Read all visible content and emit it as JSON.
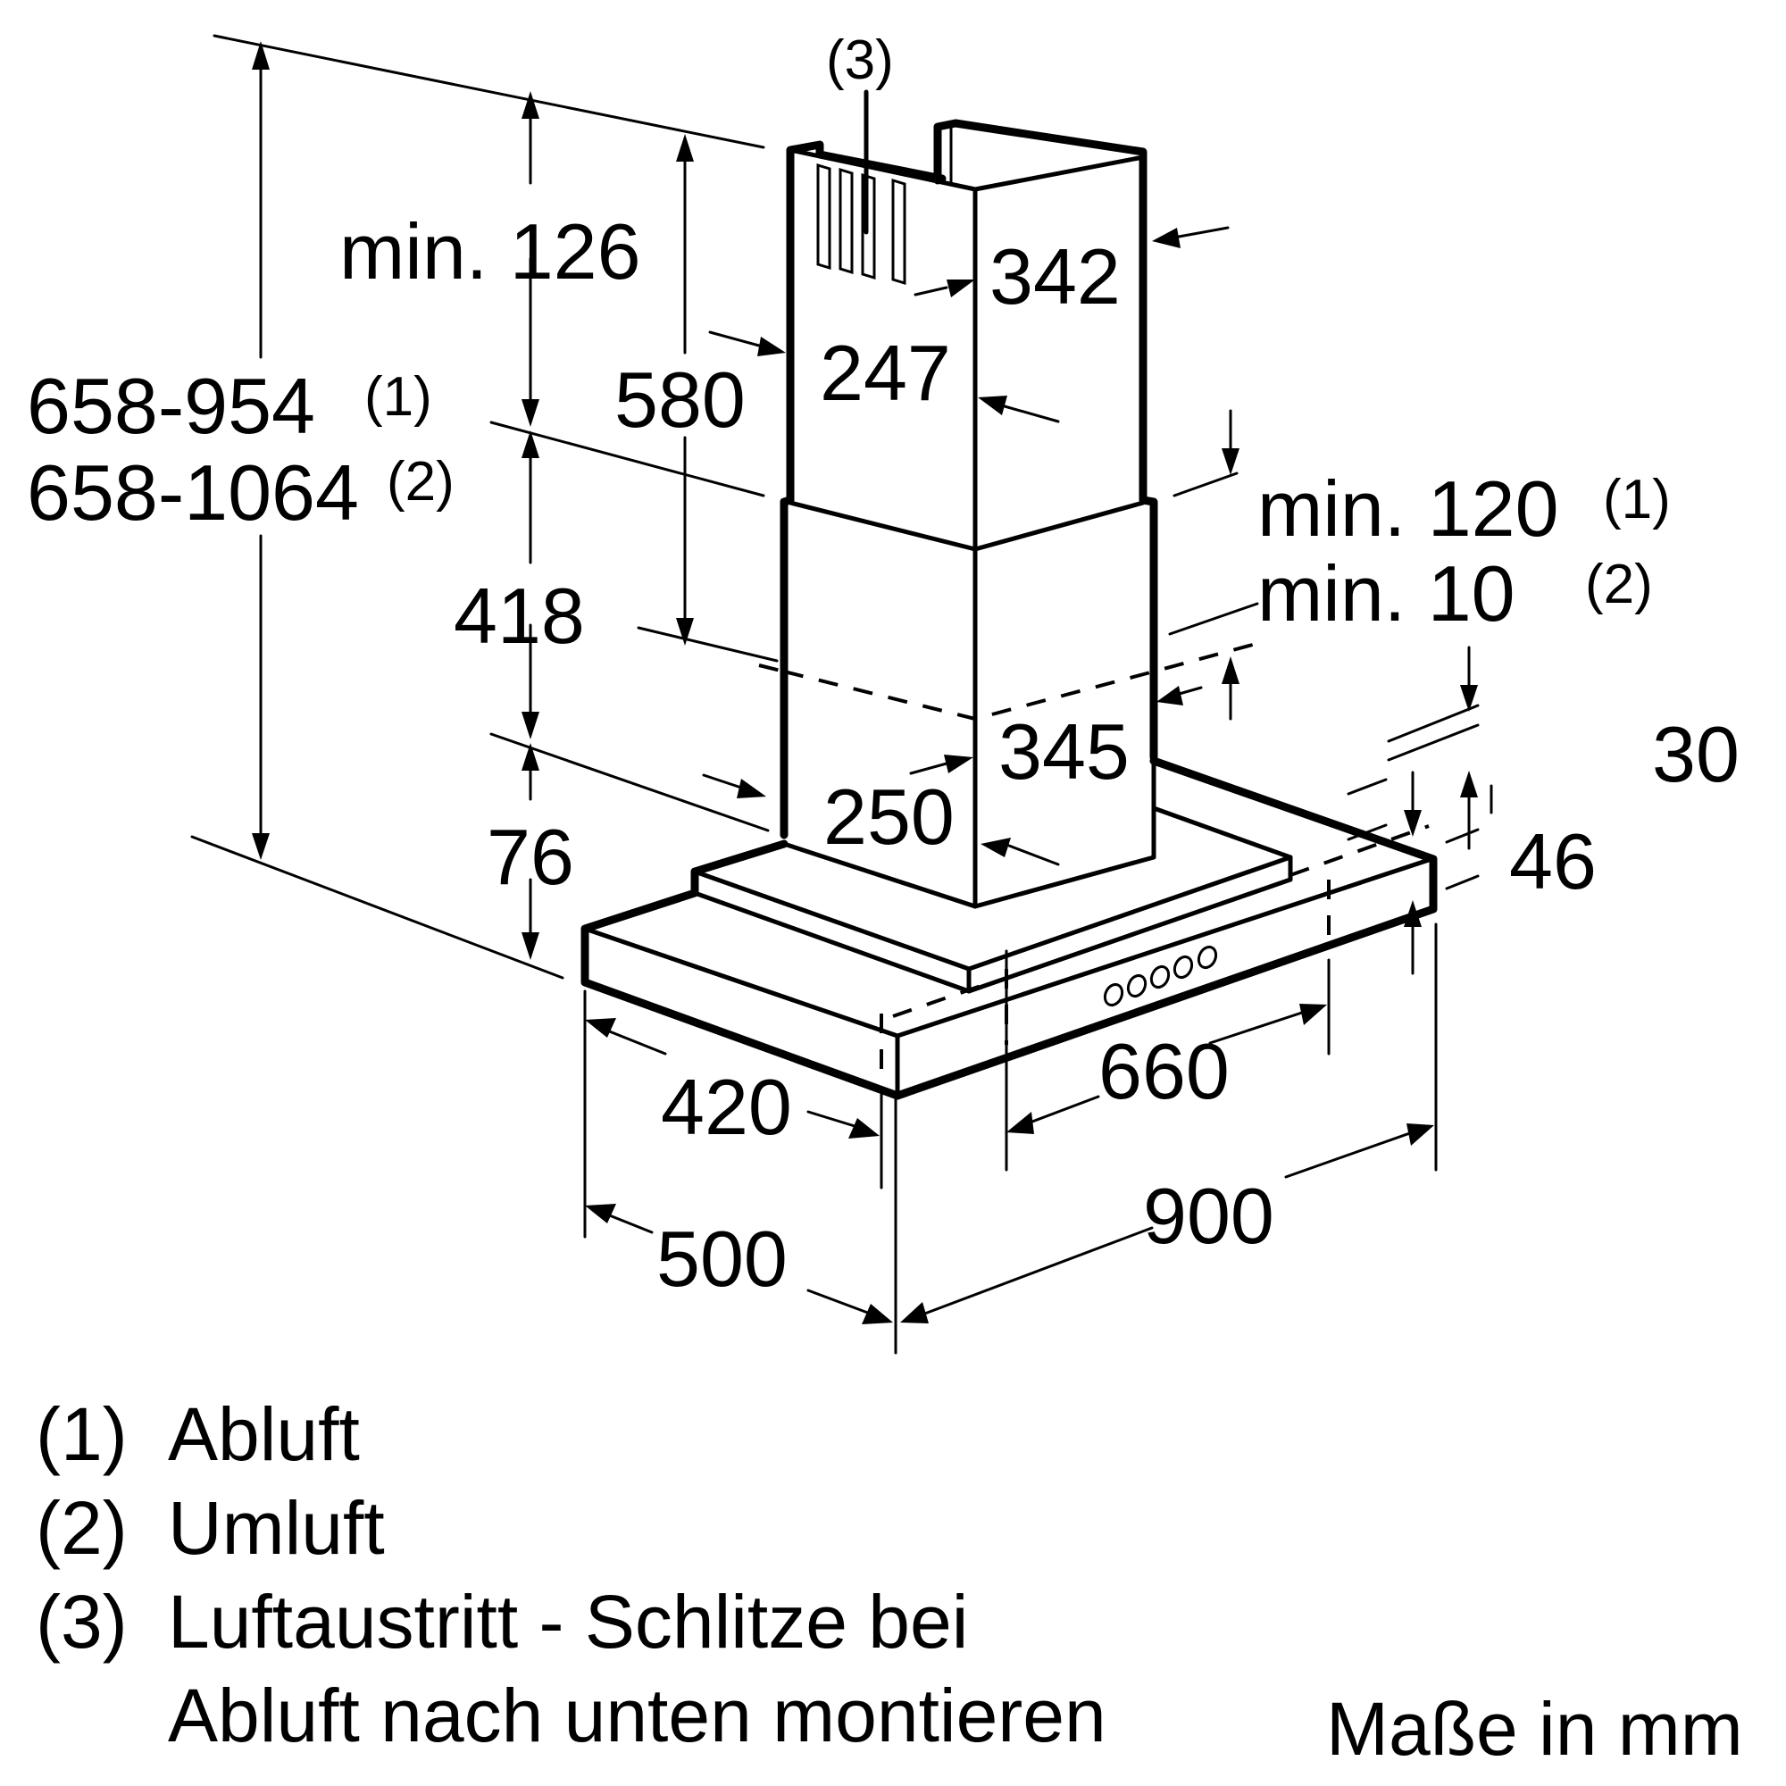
{
  "diagram": {
    "subject": "Chimney range hood dimension drawing",
    "unit_note": "Maße in mm"
  },
  "dimensions": {
    "total_height_1": "658-954",
    "total_height_1_ref": "(1)",
    "total_height_2": "658-1064",
    "total_height_2_ref": "(2)",
    "top_clearance": "min. 126",
    "upper_chimney_height": "580",
    "lower_chimney_height": "418",
    "canopy_height": "76",
    "upper_chimney_width": "342",
    "upper_chimney_depth": "247",
    "lower_chimney_width": "345",
    "lower_chimney_depth": "250",
    "overlap_1": "min. 120",
    "overlap_1_ref": "(1)",
    "overlap_2": "min. 10",
    "overlap_2_ref": "(2)",
    "rim_height": "30",
    "front_height": "46",
    "inner_depth": "420",
    "inner_width": "660",
    "depth": "500",
    "width": "900",
    "slots_ref": "(3)"
  },
  "legend": [
    {
      "ref": "(1)",
      "text": "Abluft"
    },
    {
      "ref": "(2)",
      "text": "Umluft"
    },
    {
      "ref": "(3)",
      "text": "Luftaustritt - Schlitze bei"
    },
    {
      "ref": "",
      "text": "Abluft nach unten montieren"
    }
  ],
  "colors": {
    "line": "#000000",
    "background": "#ffffff"
  }
}
